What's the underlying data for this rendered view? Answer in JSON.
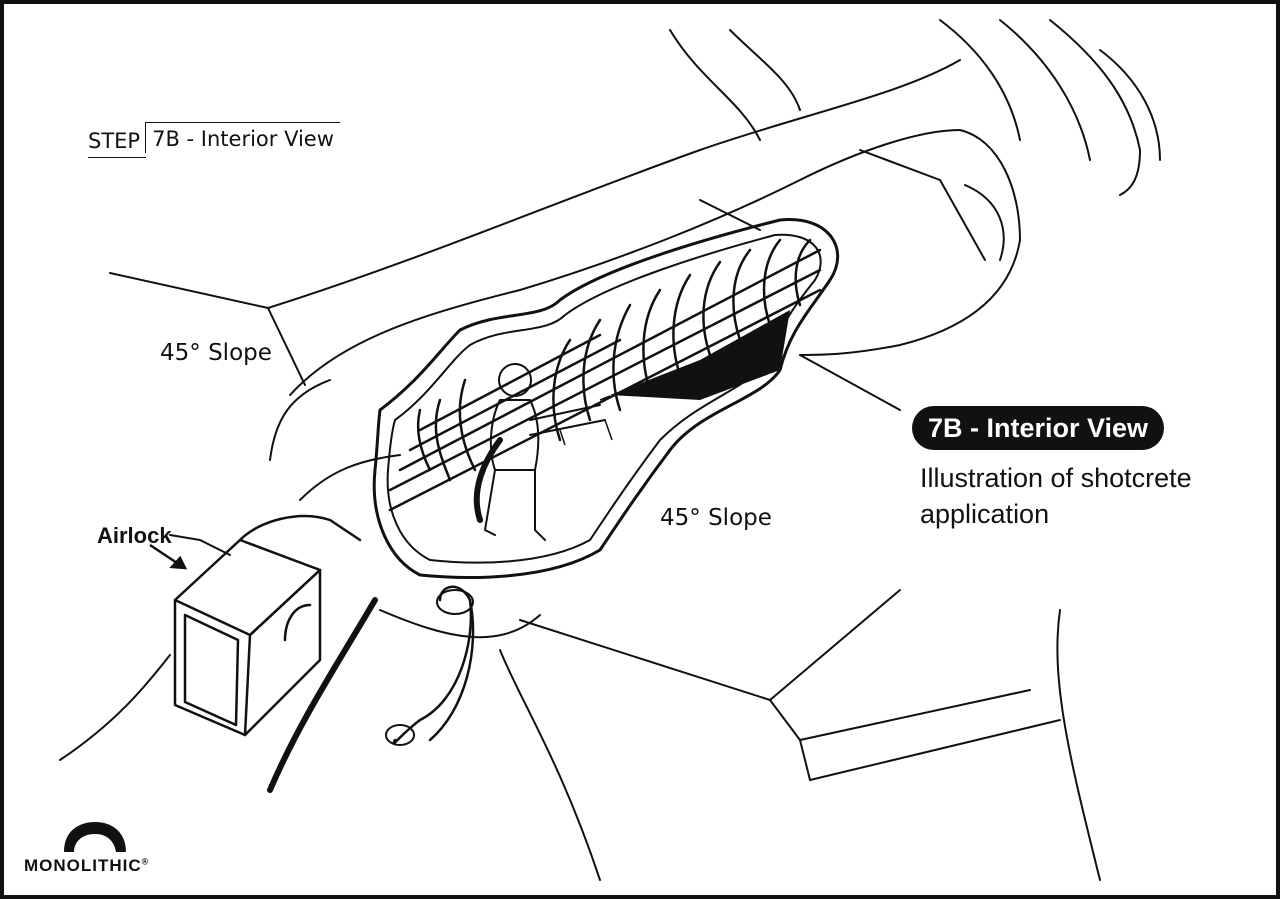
{
  "step": {
    "word": "STEP",
    "title": "7B - Interior View"
  },
  "labels": {
    "slope_left": "45° Slope",
    "slope_right": "45° Slope",
    "airlock": "Airlock"
  },
  "callout": {
    "title": "7B - Interior View",
    "caption": "Illustration of shotcrete application"
  },
  "brand": {
    "name": "MONOLITHIC",
    "mark": "®"
  },
  "colors": {
    "ink": "#111111",
    "paper": "#ffffff"
  }
}
